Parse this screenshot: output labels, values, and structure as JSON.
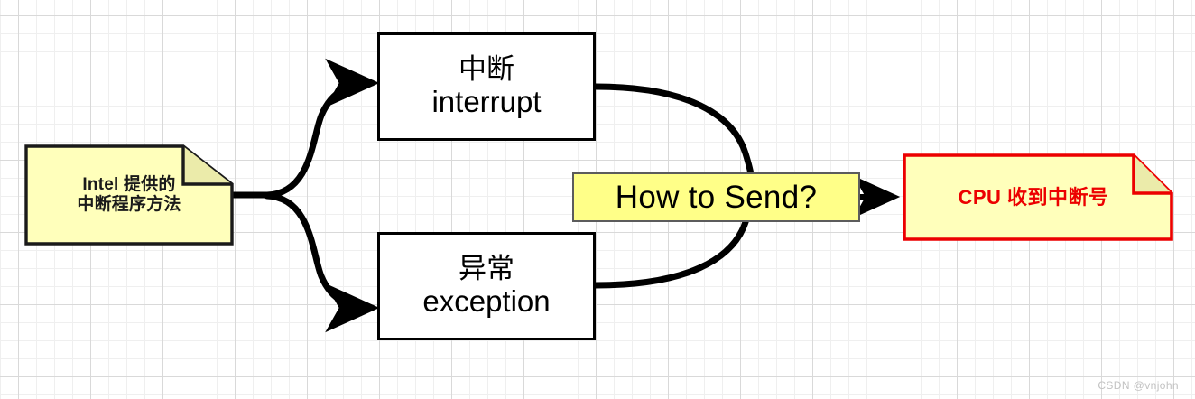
{
  "diagram": {
    "background": {
      "grid_minor_color": "#efefef",
      "grid_major_color": "#d9d9d9",
      "canvas_color": "#ffffff"
    },
    "nodes": {
      "intel_note": {
        "line1": "Intel 提供的",
        "line2": "中断程序方法",
        "shape": "note-folded-corner",
        "fill": "#ffffbb",
        "stroke": "#1a1a1a",
        "text_color": "#1a1a1a"
      },
      "interrupt_box": {
        "line1": "中断",
        "line2": "interrupt",
        "shape": "rectangle",
        "fill": "#ffffff",
        "stroke": "#000000",
        "text_color": "#000000"
      },
      "exception_box": {
        "line1": "异常",
        "line2": "exception",
        "shape": "rectangle",
        "fill": "#ffffff",
        "stroke": "#000000",
        "text_color": "#000000"
      },
      "howto_label": {
        "text": "How to Send?",
        "shape": "rectangle",
        "fill": "#ffff88",
        "stroke": "#5c5c5c",
        "text_color": "#000000"
      },
      "cpu_note": {
        "text": "CPU 收到中断号",
        "shape": "note-folded-corner",
        "fill": "#ffffbb",
        "stroke": "#ec0000",
        "text_color": "#ec0000"
      }
    },
    "edges": [
      {
        "name": "intel-to-interrupt",
        "from": "intel_note",
        "to": "interrupt_box",
        "style": "curved-arrow",
        "color": "#000000"
      },
      {
        "name": "intel-to-exception",
        "from": "intel_note",
        "to": "exception_box",
        "style": "curved-arrow",
        "color": "#000000"
      },
      {
        "name": "interrupt-to-howto",
        "from": "interrupt_box",
        "to": "howto_label",
        "style": "curve",
        "color": "#000000"
      },
      {
        "name": "exception-to-howto",
        "from": "exception_box",
        "to": "howto_label",
        "style": "curve",
        "color": "#000000"
      },
      {
        "name": "howto-to-cpu",
        "from": "howto_label",
        "to": "cpu_note",
        "style": "straight-arrow",
        "color": "#000000"
      }
    ],
    "watermark": "CSDN @vnjohn"
  }
}
